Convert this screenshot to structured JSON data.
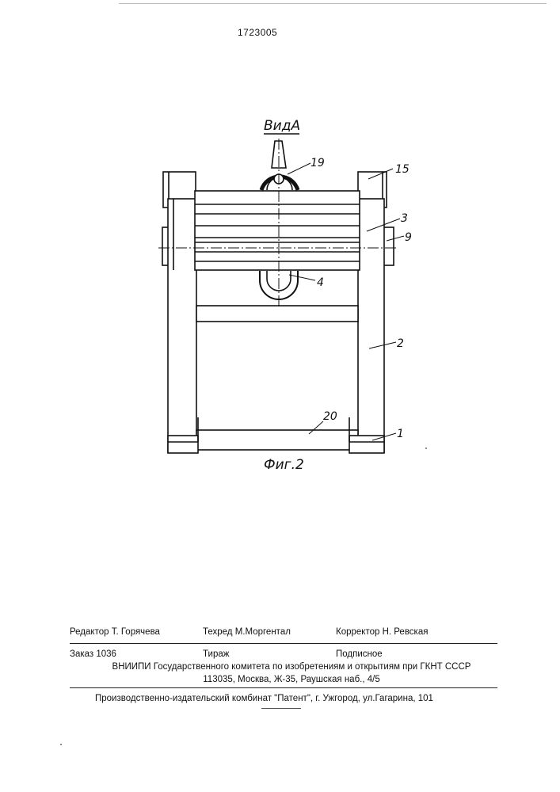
{
  "header": {
    "patent_number": "1723005"
  },
  "figure": {
    "view_label": "ВидА",
    "caption": "Фиг.2",
    "part_labels": {
      "p19": "19",
      "p15": "15",
      "p3": "3",
      "p9": "9",
      "p4": "4",
      "p2": "2",
      "p20": "20",
      "p1": "1"
    }
  },
  "colophon": {
    "editor": "Редактор  Т. Горячева",
    "techred": "Техред М.Моргентал",
    "corrector": "Корректор Н. Ревская",
    "order": "Заказ  1036",
    "circulation": "Тираж",
    "subscription": "Подписное",
    "institute": "ВНИИПИ Государственного комитета по изобретениям и открытиям при ГКНТ СССР",
    "address": "113035, Москва, Ж-35, Раушская наб., 4/5",
    "printer": "Производственно-издательский комбинат \"Патент\", г. Ужгород, ул.Гагарина, 101"
  }
}
